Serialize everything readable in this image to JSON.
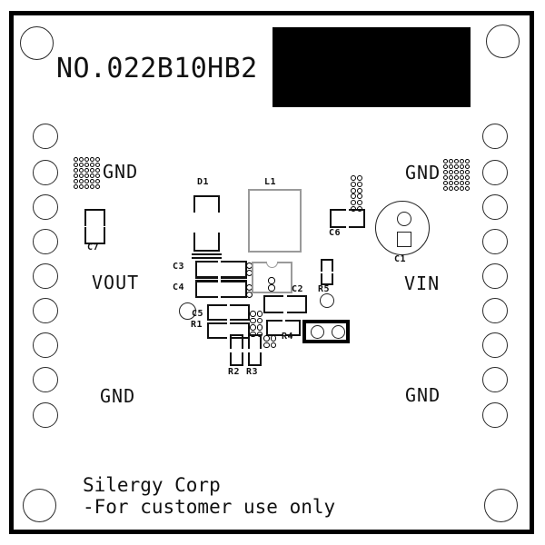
{
  "board": {
    "number": "NO.022B10HB2",
    "footer": {
      "line1": "Silergy Corp",
      "line2": "-For customer use only"
    }
  },
  "net_labels": {
    "gnd_top_left": "GND",
    "gnd_top_right": "GND",
    "gnd_bottom_left": "GND",
    "gnd_bottom_right": "GND",
    "vout": "VOUT",
    "vin": "VIN"
  },
  "reference_designators": {
    "d1": "D1",
    "l1": "L1",
    "c1": "C1",
    "c2": "C2",
    "c3": "C3",
    "c4": "C4",
    "c5": "C5",
    "c6": "C6",
    "c7": "C7",
    "r1": "R1",
    "r2": "R2",
    "r3": "R3",
    "r4": "R4",
    "r5": "R5"
  },
  "colors": {
    "silkscreen": "#111111",
    "board_outline": "#000000",
    "label_block": "#000000",
    "component_outline_gray": "#9a9a9a"
  }
}
